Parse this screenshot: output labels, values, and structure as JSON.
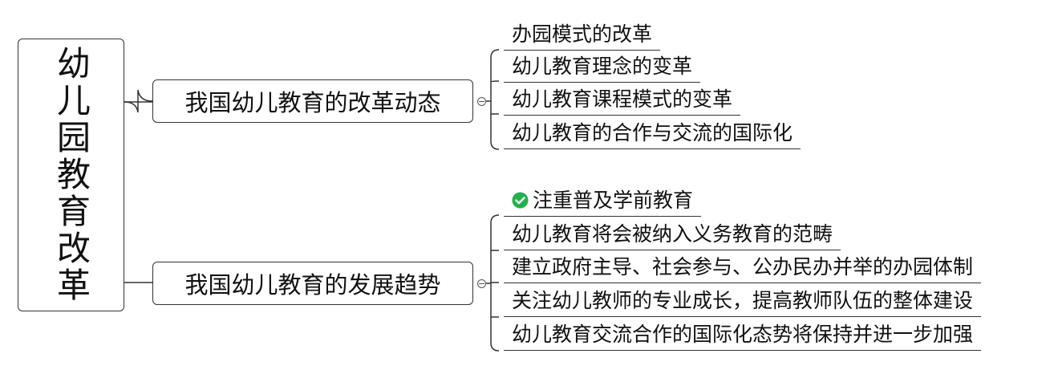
{
  "root": {
    "label": "幼儿园教育改革"
  },
  "branches": [
    {
      "label": "我国幼儿教育的改革动态",
      "children": [
        {
          "label": "办园模式的改革"
        },
        {
          "label": "幼儿教育理念的变革"
        },
        {
          "label": "幼儿教育课程模式的变革"
        },
        {
          "label": "幼儿教育的合作与交流的国际化"
        }
      ]
    },
    {
      "label": "我国幼儿教育的发展趋势",
      "children": [
        {
          "label": "注重普及学前教育",
          "icon": "check-circle-icon",
          "icon_color": "#22b14c"
        },
        {
          "label": "幼儿教育将会被纳入义务教育的范畴"
        },
        {
          "label": "建立政府主导、社会参与、公办民办并举的办园体制"
        },
        {
          "label": "关注幼儿教师的专业成长，提高教师队伍的整体建设"
        },
        {
          "label": "幼儿教育交流合作的国际化态势将保持并进一步加强"
        }
      ]
    }
  ]
}
